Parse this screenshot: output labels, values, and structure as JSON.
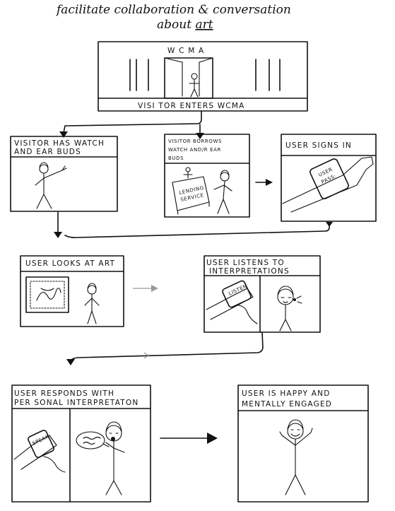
{
  "title": {
    "line1": "facilitate collaboration & conversation",
    "line2_prefix": "about ",
    "line2_emphasis": "art"
  },
  "museum": {
    "sign": "W C M A",
    "caption": "VISI TOR ENTERS WCMA"
  },
  "panels": {
    "has_watch": "VISITOR HAS WATCH AND EAR BUDS",
    "has_watch_l1": "VISITOR HAS WATCH",
    "has_watch_l2": "AND EAR BUDS",
    "borrows_l1": "VISITOR BORROWS",
    "borrows_l2": "WATCH AND/R EAR",
    "borrows_l3": "BUDS",
    "lending_l1": "LENDING",
    "lending_l2": "SERVICE",
    "signs_in": "USER SIGNS IN",
    "watch_screen_l1": "USER",
    "watch_screen_l2": "PASS:",
    "looks": "USER LOOKS AT ART",
    "listens_l1": "USER LISTENS TO",
    "listens_l2": "INTERPRETATIONS",
    "listen_watch": "LISTEN",
    "responds_l1": "USER RESPONDS WITH",
    "responds_l2": "PER SONAL INTERPRETATON",
    "speak_watch": "SPEAK",
    "happy_l1": "USER IS HAPPY AND",
    "happy_l2": "MENTALLY ENGAGED"
  },
  "icons": [
    "stick-figure-icon",
    "watch-icon",
    "earbud-icon",
    "arrow-icon",
    "door-icon",
    "painting-icon",
    "speech-bubble-icon"
  ]
}
